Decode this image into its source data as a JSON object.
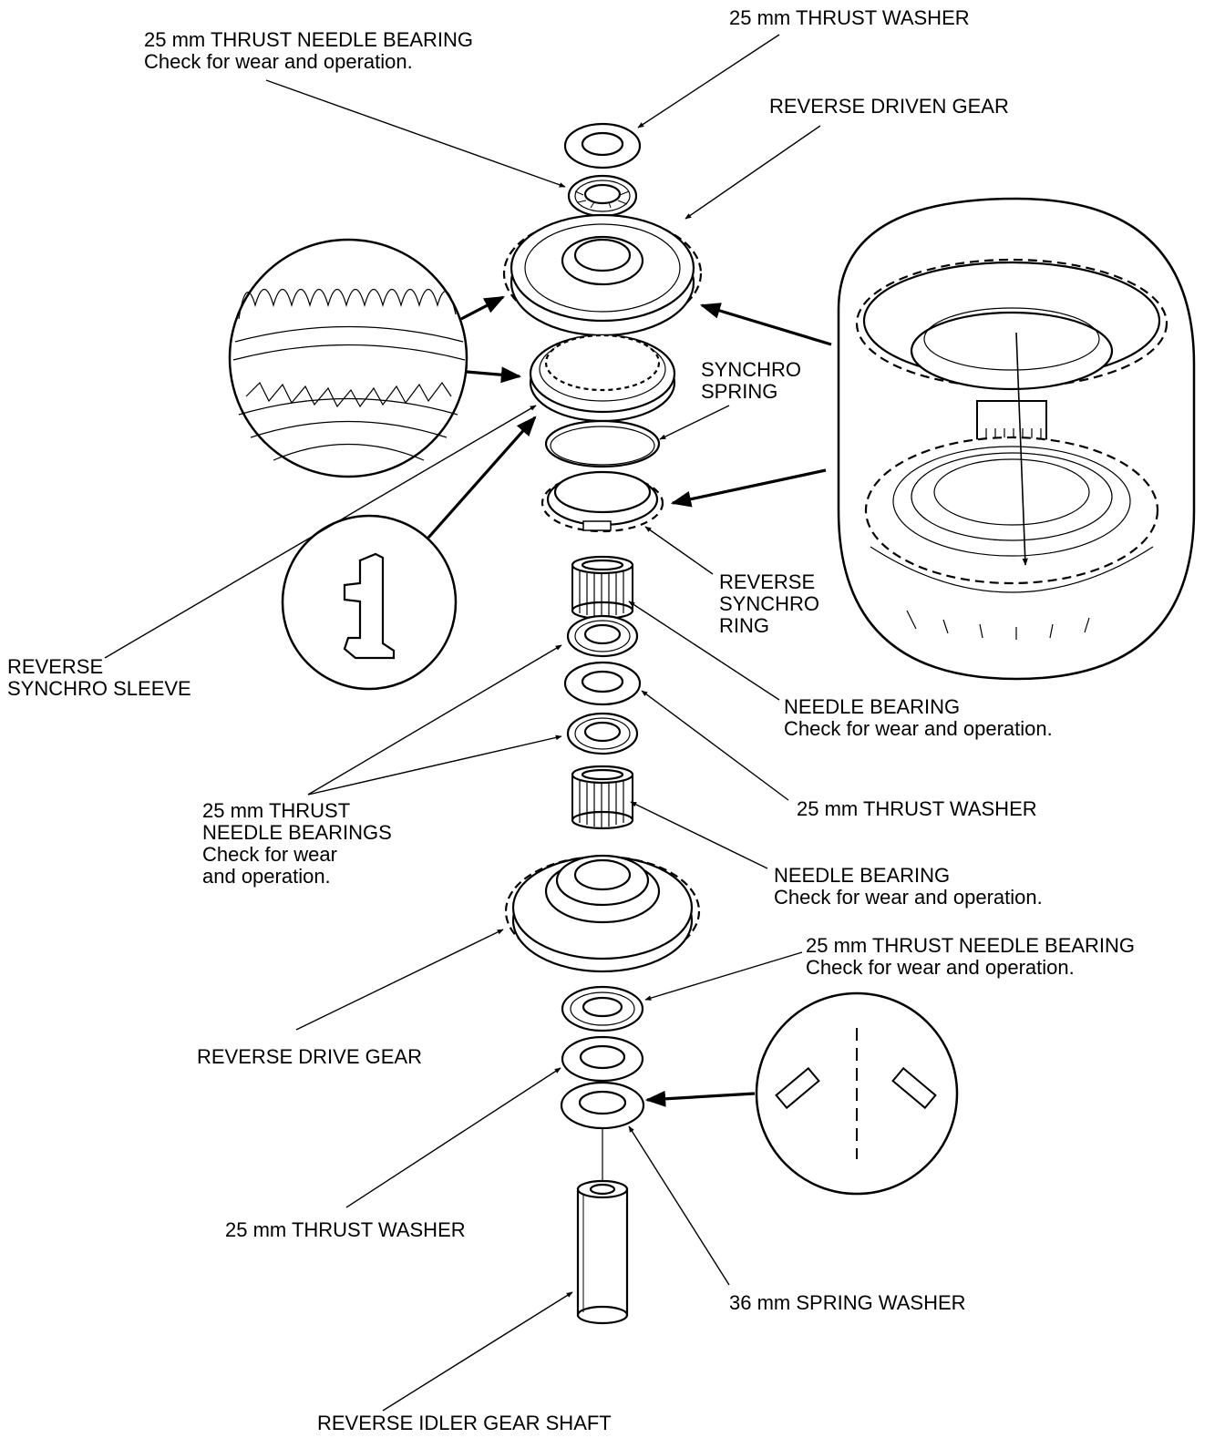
{
  "labels": {
    "thrust_washer_top": "25 mm THRUST WASHER",
    "thrust_needle_bearing_top": [
      "25 mm THRUST NEEDLE BEARING",
      "Check for wear and operation."
    ],
    "reverse_driven_gear": "REVERSE DRIVEN GEAR",
    "synchro_spring": [
      "SYNCHRO",
      "SPRING"
    ],
    "reverse_synchro_ring": [
      "REVERSE",
      "SYNCHRO",
      "RING"
    ],
    "reverse_synchro_sleeve": [
      "REVERSE",
      "SYNCHRO SLEEVE"
    ],
    "needle_bearing_upper": [
      "NEEDLE BEARING",
      "Check for wear and operation."
    ],
    "thrust_washer_middle": "25 mm THRUST WASHER",
    "thrust_needle_bearings_middle": [
      "25 mm THRUST",
      "NEEDLE BEARINGS",
      "Check for wear",
      "and operation."
    ],
    "needle_bearing_lower": [
      "NEEDLE BEARING",
      "Check for wear and operation."
    ],
    "thrust_needle_bearing_lower": [
      "25 mm THRUST NEEDLE BEARING",
      "Check for wear and operation."
    ],
    "reverse_drive_gear": "REVERSE DRIVE GEAR",
    "thrust_washer_bottom": "25 mm THRUST WASHER",
    "spring_washer": "36 mm SPRING WASHER",
    "reverse_idler_gear_shaft": "REVERSE IDLER GEAR SHAFT"
  }
}
